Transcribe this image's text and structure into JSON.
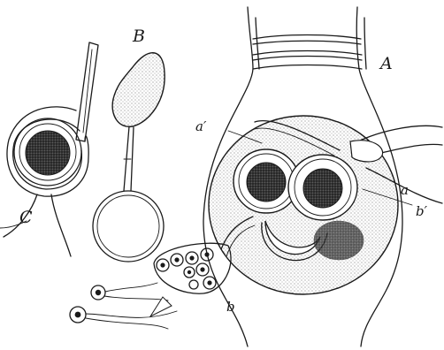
{
  "figure": {
    "labels": {
      "A": "A",
      "B": "B",
      "C": "C",
      "a": "a",
      "a_prime": "a′",
      "b": "b",
      "b_prime": "b′"
    }
  }
}
